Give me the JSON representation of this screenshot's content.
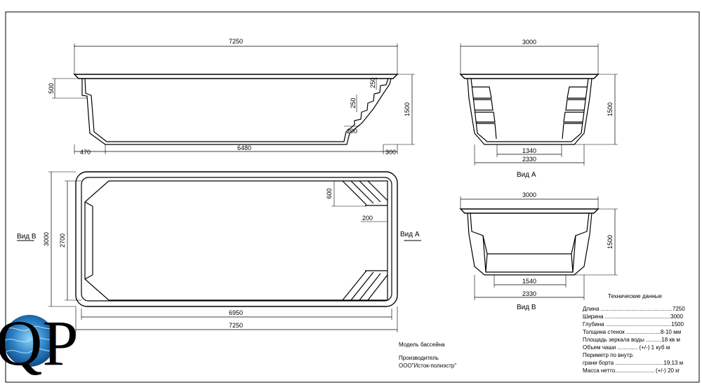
{
  "side_view": {
    "length": "7250",
    "inner_length": "6480",
    "left_ledge": "470",
    "right_ledge": "300",
    "top_step": "500",
    "step_height_a": "250",
    "step_height_b": "250",
    "step_width": "200",
    "depth": "1500"
  },
  "end_view_a": {
    "width": "3000",
    "depth": "1500",
    "bottom_width": "1340",
    "overall_width": "2330",
    "label": "Вид А"
  },
  "end_view_b": {
    "width": "3000",
    "depth": "1500",
    "bottom_width": "1540",
    "overall_width": "2330",
    "label": "Вид В"
  },
  "plan_view": {
    "outer_width": "3000",
    "inner_width": "2700",
    "step_depth": "600",
    "step_width": "200",
    "inner_length": "6950",
    "outer_length": "7250",
    "arrow_left_label": "Вид В",
    "arrow_right_label": "Вид А"
  },
  "tech": {
    "title": "Технические данные",
    "rows": [
      {
        "text": "Длина ..............................................7250"
      },
      {
        "text": "Ширина ..........................................3000"
      },
      {
        "text": "Глубина ..........................................1500"
      },
      {
        "text": "Толщина стенок ......................8-10 мм"
      },
      {
        "text": "Площадь зеркала воды ..........18 кв м"
      },
      {
        "text": "Объем чаши ............. (+/-) 1 куб м"
      },
      {
        "text": "Периметр по внутр."
      },
      {
        "text": "грани борта ...............................19,13 м"
      },
      {
        "text": "Масса нетто......................... (+/-) 20 кг"
      }
    ]
  },
  "model": {
    "label": "Модель бассейна",
    "maker_label": "Производитель",
    "maker_name": "ООО\"Исток-полиэстр\""
  },
  "logo": {
    "text": "QP",
    "water_color": "#2a7fc4"
  }
}
